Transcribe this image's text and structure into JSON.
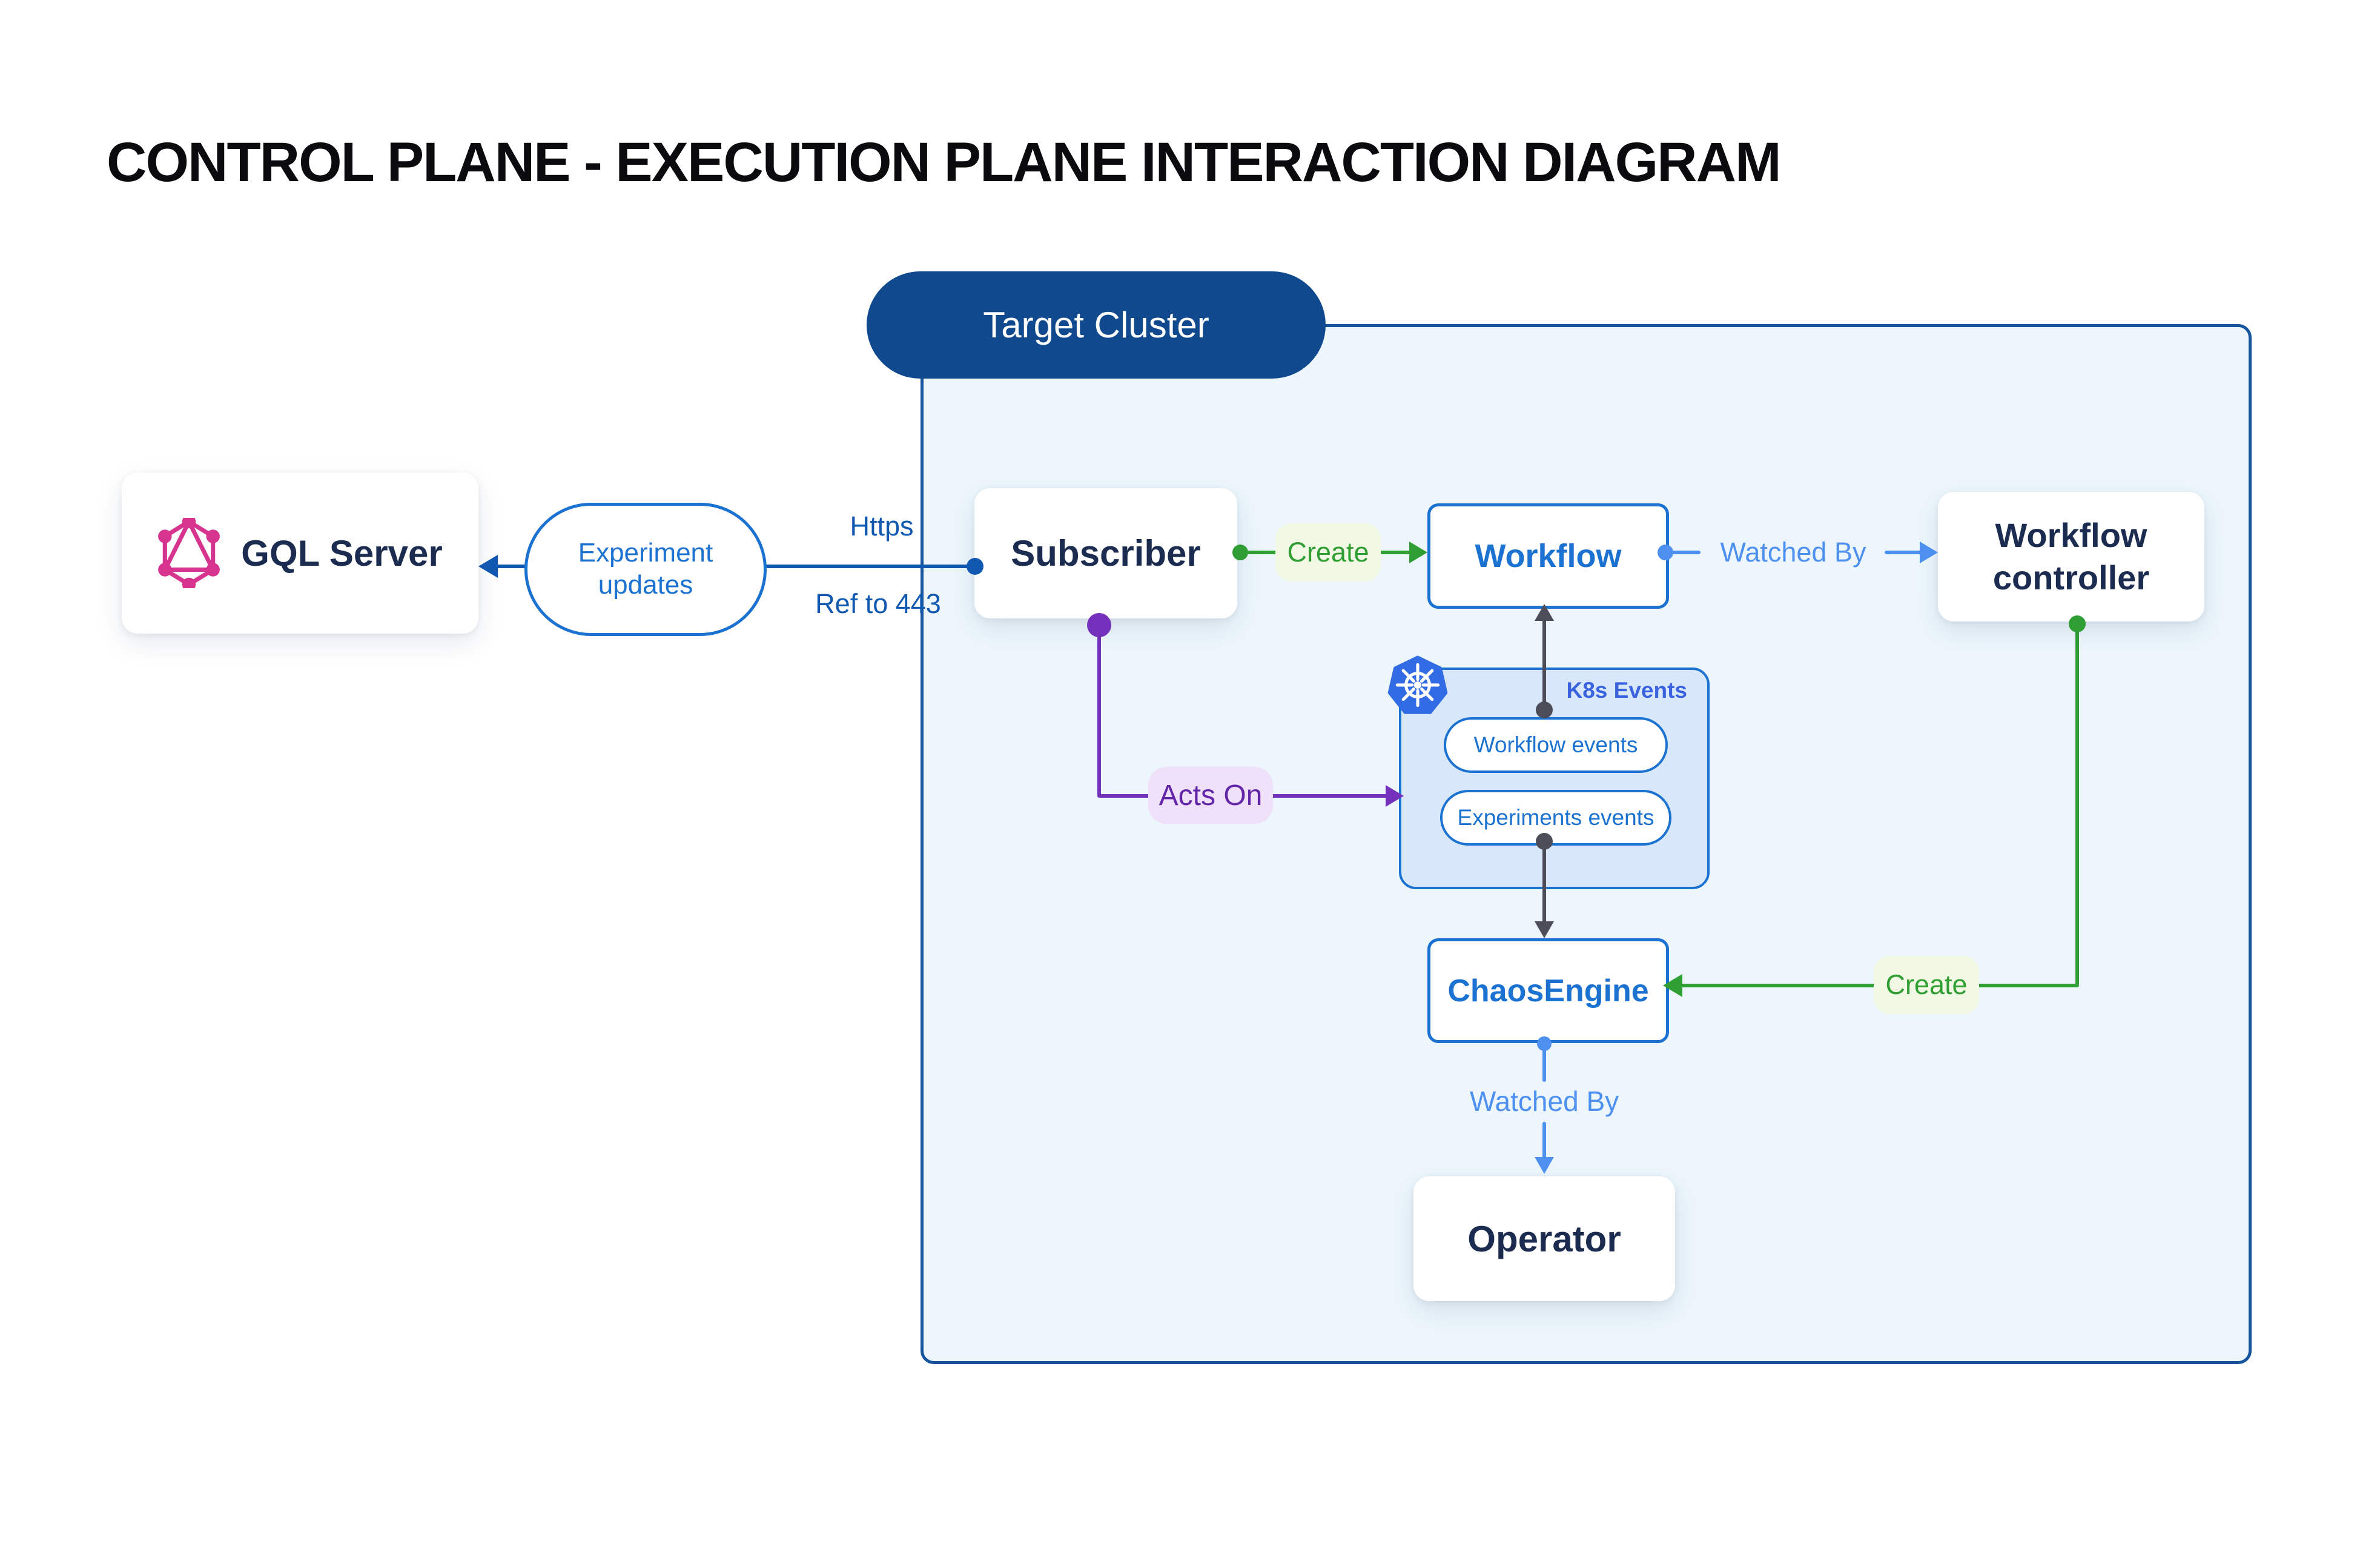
{
  "title": "CONTROL PLANE - EXECUTION PLANE INTERACTION DIAGRAM",
  "cluster": {
    "label": "Target Cluster"
  },
  "nodes": {
    "gql_server": {
      "label": "GQL Server",
      "icon": "graphql-logo"
    },
    "subscriber": {
      "label": "Subscriber"
    },
    "workflow": {
      "label": "Workflow"
    },
    "workflow_controller": {
      "label": "Workflow controller"
    },
    "chaos_engine": {
      "label": "ChaosEngine"
    },
    "operator": {
      "label": "Operator"
    },
    "k8s_events": {
      "label": "K8s Events",
      "icon": "kubernetes-logo",
      "events": [
        "Workflow events",
        "Experiments events"
      ]
    }
  },
  "edges": {
    "experiment_updates": {
      "label": "Experiment updates"
    },
    "https": {
      "label": "Https"
    },
    "ref_to_443": {
      "label": "Ref to 443"
    },
    "subscriber_creates_workflow": {
      "label": "Create"
    },
    "workflow_watched_by": {
      "label": "Watched By"
    },
    "acts_on": {
      "label": "Acts On"
    },
    "controller_creates_chaosengine": {
      "label": "Create"
    },
    "chaosengine_watched_by": {
      "label": "Watched By"
    }
  },
  "colors": {
    "blue_line": "#1159B0",
    "accent": "#1B72D0",
    "lightblue": "#4E90EF",
    "green": "#2F9E33",
    "green_bg": "#F1F8E3",
    "purple": "#7331BC",
    "purple_text": "#6426A9",
    "purple_bg": "#F0E1FA",
    "gray": "#4D4D5A",
    "navy": "#1C2C50",
    "cluster_fill": "#ECF6FC",
    "cluster_border": "#17549E",
    "pill_bg": "#11498E",
    "k8s_fill": "#D8E7FA",
    "k8s_text": "#3C63DF",
    "k8s_logo": "#326CE5",
    "graphql_pink": "#D6348F",
    "title_color": "#0B0B0E",
    "page_bg": "#FFFFFF"
  }
}
